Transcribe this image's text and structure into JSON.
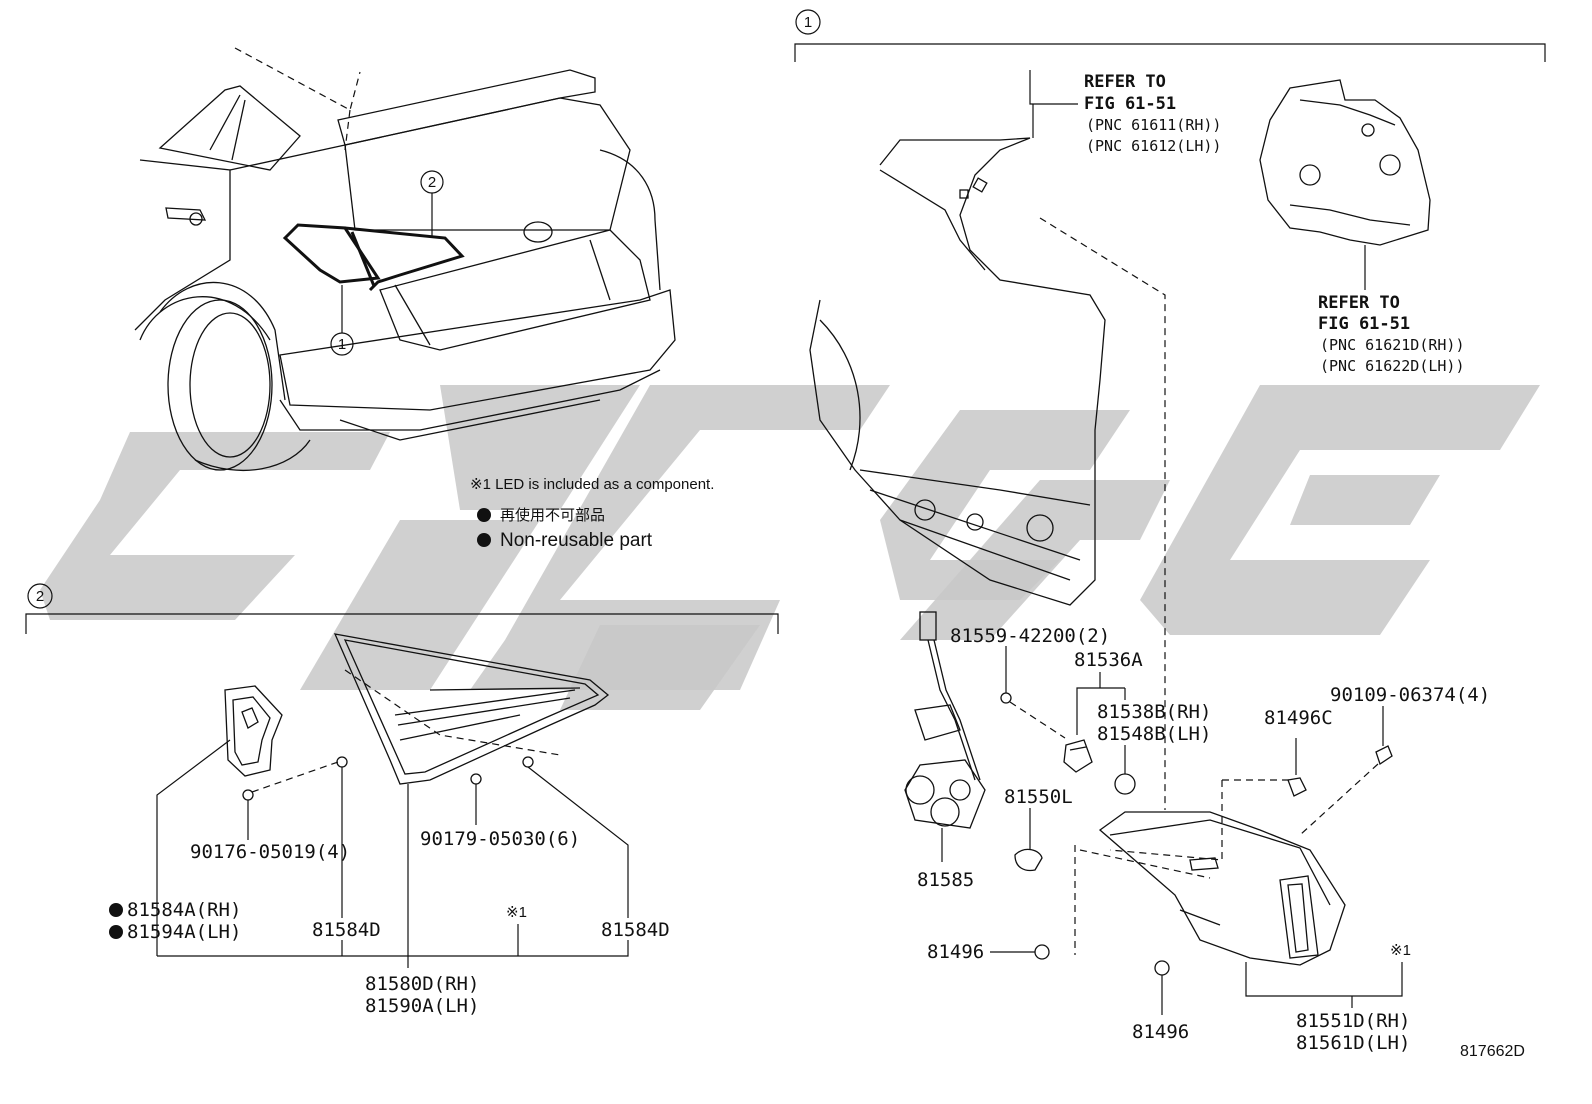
{
  "diagram": {
    "code": "817662D",
    "note": {
      "led": "※1 LED is included as a component.",
      "jp": "再使用不可部品",
      "en": "Non-reusable part"
    },
    "markers": {
      "one": "1",
      "two": "2",
      "ast": "※1"
    },
    "refs": {
      "upper": {
        "line1": "REFER TO",
        "line2": "FIG 61-51",
        "pnc1": "(PNC 61611(RH))",
        "pnc2": "(PNC 61612(LH))"
      },
      "lower": {
        "line1": "REFER TO",
        "line2": "FIG 61-51",
        "pnc1": "(PNC 61621D(RH))",
        "pnc2": "(PNC 61622D(LH))"
      }
    },
    "parts": {
      "p90176": "90176-05019(4)",
      "p90179": "90179-05030(6)",
      "p81584A": "81584A(RH)",
      "p81594A": "81594A(LH)",
      "p81584D_l": "81584D",
      "p81584D_r": "81584D",
      "p81580D": "81580D(RH)",
      "p81590A": "81590A(LH)",
      "p81559": "81559-42200(2)",
      "p81536A": "81536A",
      "p81538B": "81538B(RH)",
      "p81548B": "81548B(LH)",
      "p81550L": "81550L",
      "p81585": "81585",
      "p81496C": "81496C",
      "p90109": "90109-06374(4)",
      "p81496_l": "81496",
      "p81496_b": "81496",
      "p81551D": "81551D(RH)",
      "p81561D": "81561D(LH)"
    },
    "colors": {
      "ink": "#111111",
      "watermark": "#c8c8c8",
      "background": "#ffffff"
    }
  }
}
